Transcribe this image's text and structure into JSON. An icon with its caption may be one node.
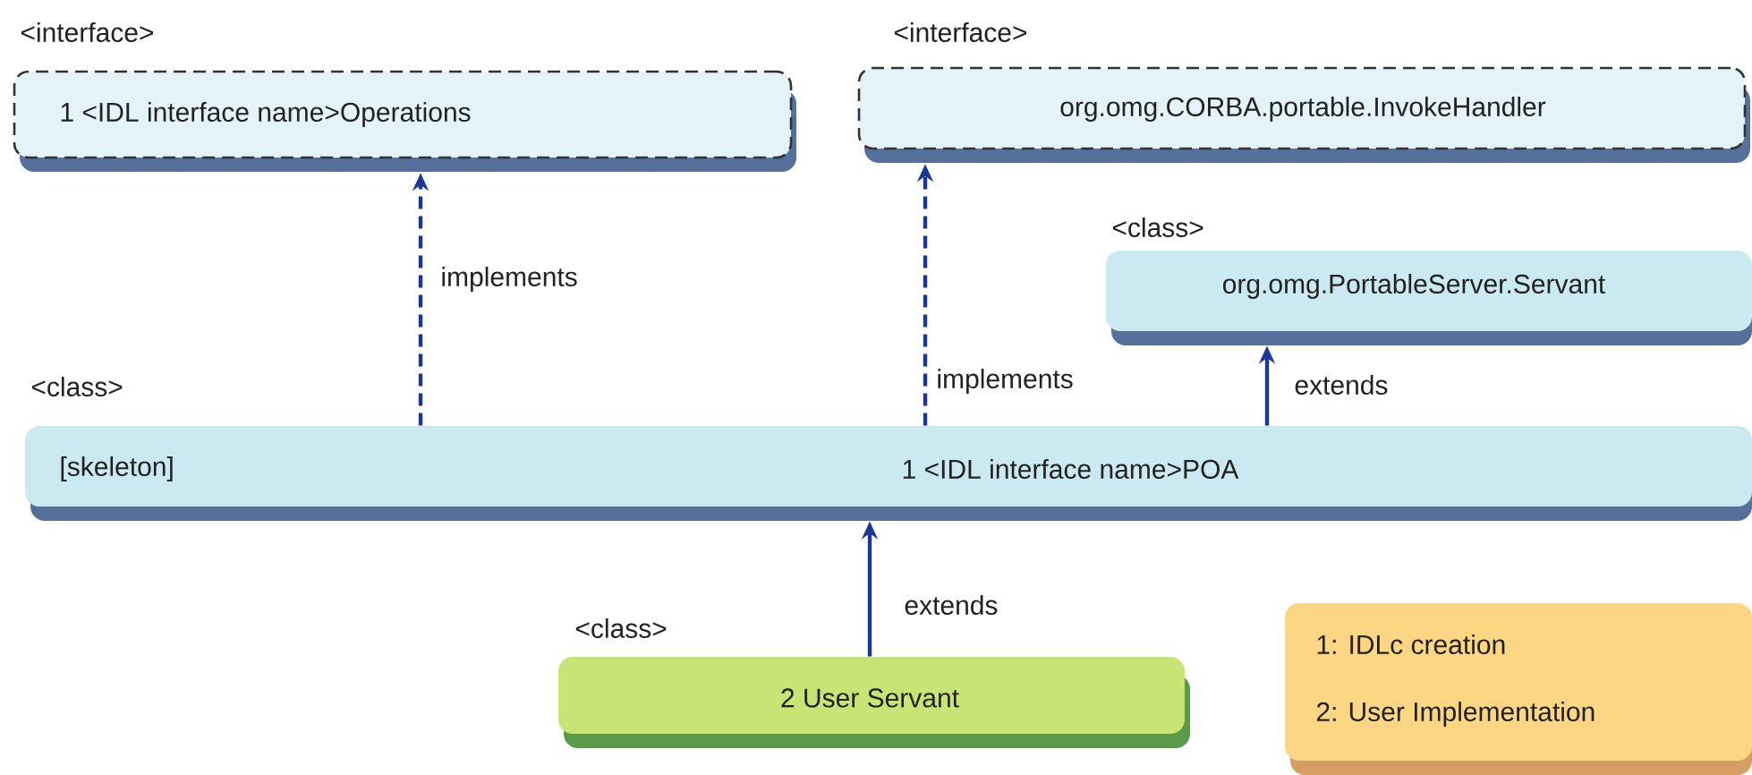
{
  "diagram": {
    "nodes": [
      {
        "text": [
          "<interface>",
          "1 <IDL interface name>Operations"
        ]
      },
      {
        "text": [
          "<interface>",
          "org.omg.CORBA.portable.InvokeHandler"
        ]
      },
      {
        "text": [
          "<class>",
          "org.omg.PortableServer.Servant"
        ]
      },
      {
        "text": [
          "<class>",
          "[skeleton]",
          "1 <IDL interface name>POA"
        ]
      },
      {
        "text": [
          "<class>",
          "2 User Servant"
        ]
      },
      {
        "text": [
          "1:  IDLc creation",
          "2:  User Implementation"
        ]
      }
    ],
    "edges": [
      {
        "from": 3,
        "to": 0,
        "arrow": "to",
        "label": "implements",
        "style": "dashed"
      },
      {
        "from": 3,
        "to": 1,
        "arrow": "to",
        "label": "implements",
        "style": "dashed"
      },
      {
        "from": 3,
        "to": 2,
        "arrow": "to",
        "label": "extends"
      },
      {
        "from": 4,
        "to": 3,
        "arrow": "to",
        "label": "extends"
      }
    ]
  }
}
